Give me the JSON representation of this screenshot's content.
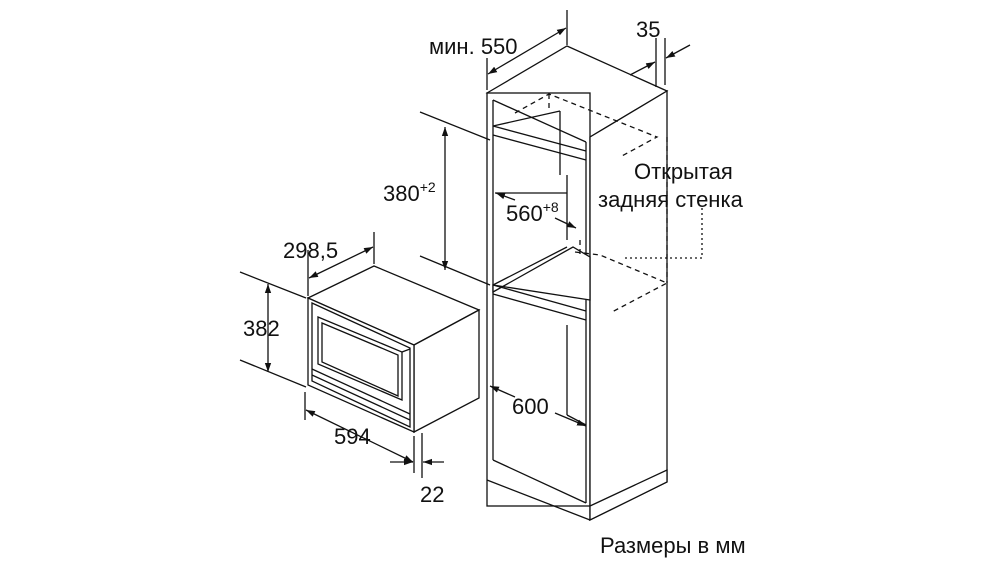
{
  "dimensions": {
    "min_depth_prefix": "мин.",
    "min_depth": "550",
    "gap_35": "35",
    "niche_height": "380",
    "niche_height_tol": "+2",
    "niche_width": "560",
    "niche_width_tol": "+8",
    "cabinet_depth": "600",
    "appliance_depth": "298,5",
    "appliance_height": "382",
    "appliance_width": "594",
    "front_thickness": "22"
  },
  "annotation": {
    "line1": "Открытая",
    "line2": "задняя стенка"
  },
  "caption": "Размеры в мм"
}
